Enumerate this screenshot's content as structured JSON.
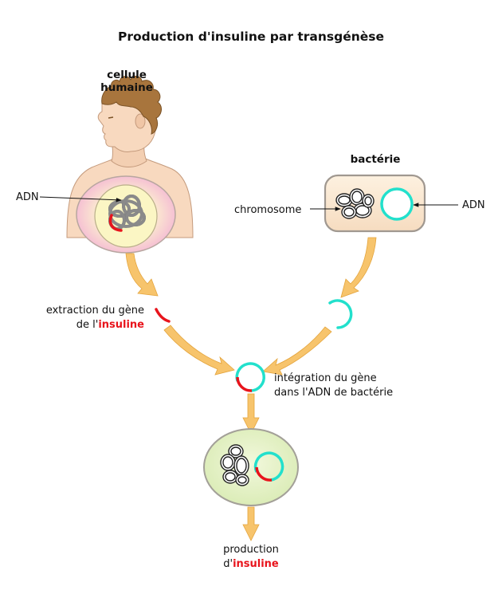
{
  "title": "Production d'insuline par transgénèse",
  "human": {
    "label_line1": "cellule",
    "label_line2": "humaine",
    "dna_label": "ADN"
  },
  "bacteria": {
    "label": "bactérie",
    "chromosome_label": "chromosome",
    "dna_label": "ADN"
  },
  "extraction": {
    "line1": "extraction du gène",
    "line2_prefix": "de l'",
    "line2_highlight": "insuline"
  },
  "integration": {
    "line1": "intégration du gène",
    "line2": "dans l'ADN de bactérie"
  },
  "production": {
    "line1": "production",
    "line2_prefix": "d'",
    "line2_highlight": "insuline"
  },
  "colors": {
    "gene_red": "#e8141c",
    "plasmid_cyan": "#22e0cc",
    "arrow_orange": "#f7c46c",
    "chromosome_gray": "#8a8a8a",
    "skin": "#f8d9bf",
    "hair": "#a8753d",
    "nucleus_yellow": "#fbf6c4",
    "bacteria_fill": "#fbead3",
    "final_cell_fill": "#e6f2c9"
  }
}
